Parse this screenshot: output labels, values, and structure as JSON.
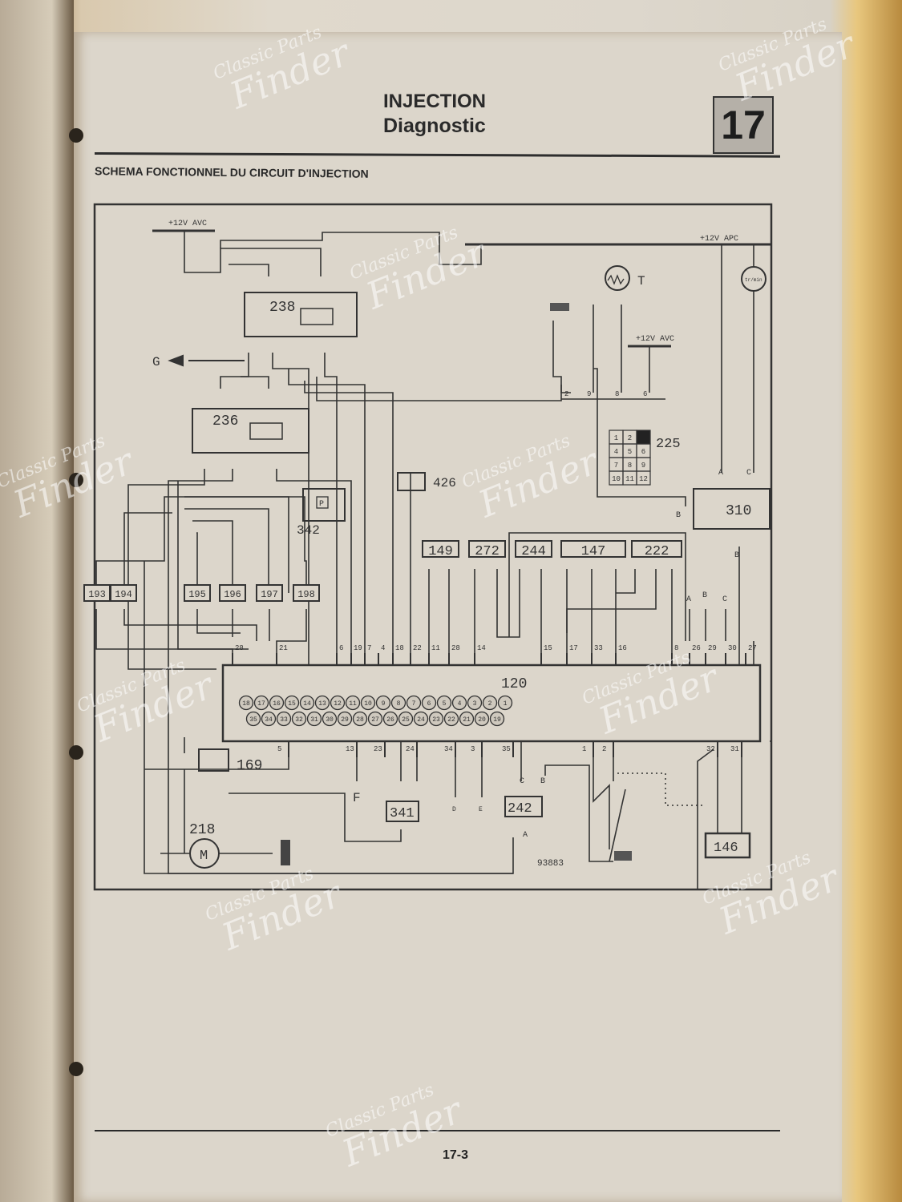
{
  "header": {
    "title": "INJECTION",
    "subtitle": "Diagnostic",
    "chapter": "17"
  },
  "section_title": "SCHEMA FONCTIONNEL DU CIRCUIT D'INJECTION",
  "diagram": {
    "supplies": {
      "avc_top": "+12V AVC",
      "apc": "+12V APC",
      "avc_right": "+12V AVC"
    },
    "components": {
      "c238": "238",
      "c236": "236",
      "c342": "342",
      "c342_symbol": "P",
      "c426": "426",
      "c225": "225",
      "c310": "310",
      "c149": "149",
      "c272": "272",
      "c244": "244",
      "c147": "147",
      "c222": "222",
      "c193": "193",
      "c194": "194",
      "c195": "195",
      "c196": "196",
      "c197": "197",
      "c198": "198",
      "c120": "120",
      "c169": "169",
      "c218": "218",
      "c218_symbol": "M",
      "c341": "341",
      "c242": "242",
      "c146": "146",
      "thermistor_label": "T",
      "rpm_label": "tr/min"
    },
    "signals": {
      "G": "G",
      "F": "F",
      "D": "D",
      "E": "E",
      "A": "A",
      "B": "B",
      "C": "C"
    },
    "ecu_top_pins": [
      "28",
      "21",
      "6",
      "19",
      "7",
      "4",
      "18",
      "22",
      "11",
      "28",
      "14",
      "15",
      "17",
      "33",
      "16",
      "8",
      "26",
      "29",
      "30",
      "27"
    ],
    "ecu_bottom_pins": [
      "5",
      "13",
      "23",
      "24",
      "34",
      "3",
      "35",
      "1",
      "2",
      "32",
      "31"
    ],
    "connector_row1": [
      "18",
      "17",
      "16",
      "15",
      "14",
      "13",
      "12",
      "11",
      "10",
      "9",
      "8",
      "7",
      "6",
      "5",
      "4",
      "3",
      "2",
      "1"
    ],
    "connector_row2": [
      "35",
      "34",
      "33",
      "32",
      "31",
      "30",
      "29",
      "28",
      "27",
      "26",
      "25",
      "24",
      "23",
      "22",
      "21",
      "20",
      "19"
    ],
    "diag_grid": [
      "1",
      "2",
      "",
      "4",
      "5",
      "6",
      "7",
      "8",
      "9",
      "10",
      "11",
      "12"
    ],
    "pins_225": [
      "2",
      "9",
      "8",
      "6"
    ],
    "ref_number": "93883"
  },
  "footer": {
    "page": "17-3"
  },
  "watermark": {
    "line1": "Classic Parts",
    "line2": "Finder"
  }
}
